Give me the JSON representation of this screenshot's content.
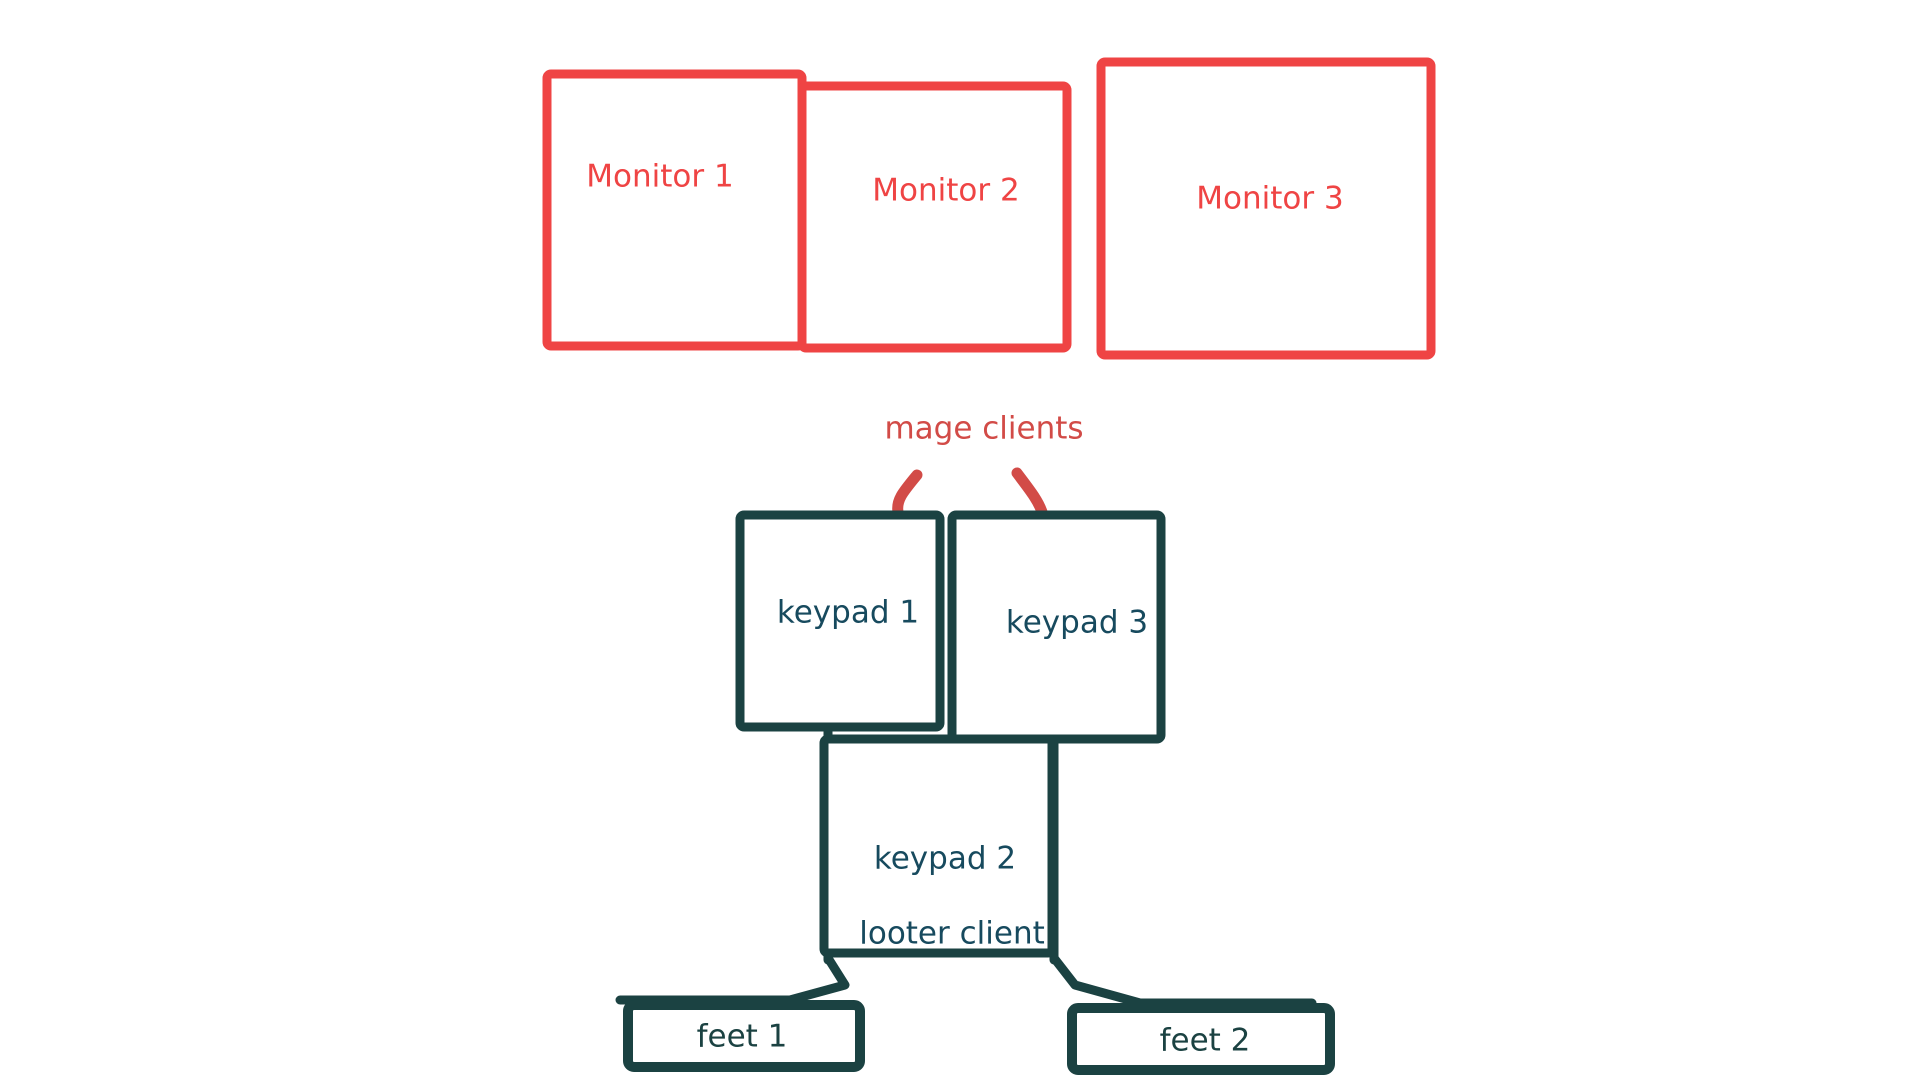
{
  "diagram": {
    "colors": {
      "monitor_stroke": "#ef4444",
      "monitor_text": "#ef4444",
      "keypad_stroke": "#1b4242",
      "keypad_text": "#174a5e",
      "annotation": "#d24b47",
      "background": "#ffffff"
    },
    "monitors": [
      {
        "id": "monitor-1",
        "label": "Monitor 1"
      },
      {
        "id": "monitor-2",
        "label": "Monitor 2"
      },
      {
        "id": "monitor-3",
        "label": "Monitor 3"
      }
    ],
    "annotations": [
      {
        "id": "mage-clients",
        "label": "mage clients"
      }
    ],
    "keypads": [
      {
        "id": "keypad-1",
        "label": "keypad 1"
      },
      {
        "id": "keypad-3",
        "label": "keypad 3"
      },
      {
        "id": "keypad-2",
        "label": "keypad 2",
        "sublabel": "looter client"
      }
    ],
    "feet": [
      {
        "id": "feet-1",
        "label": "feet 1"
      },
      {
        "id": "feet-2",
        "label": "feet 2"
      }
    ]
  }
}
